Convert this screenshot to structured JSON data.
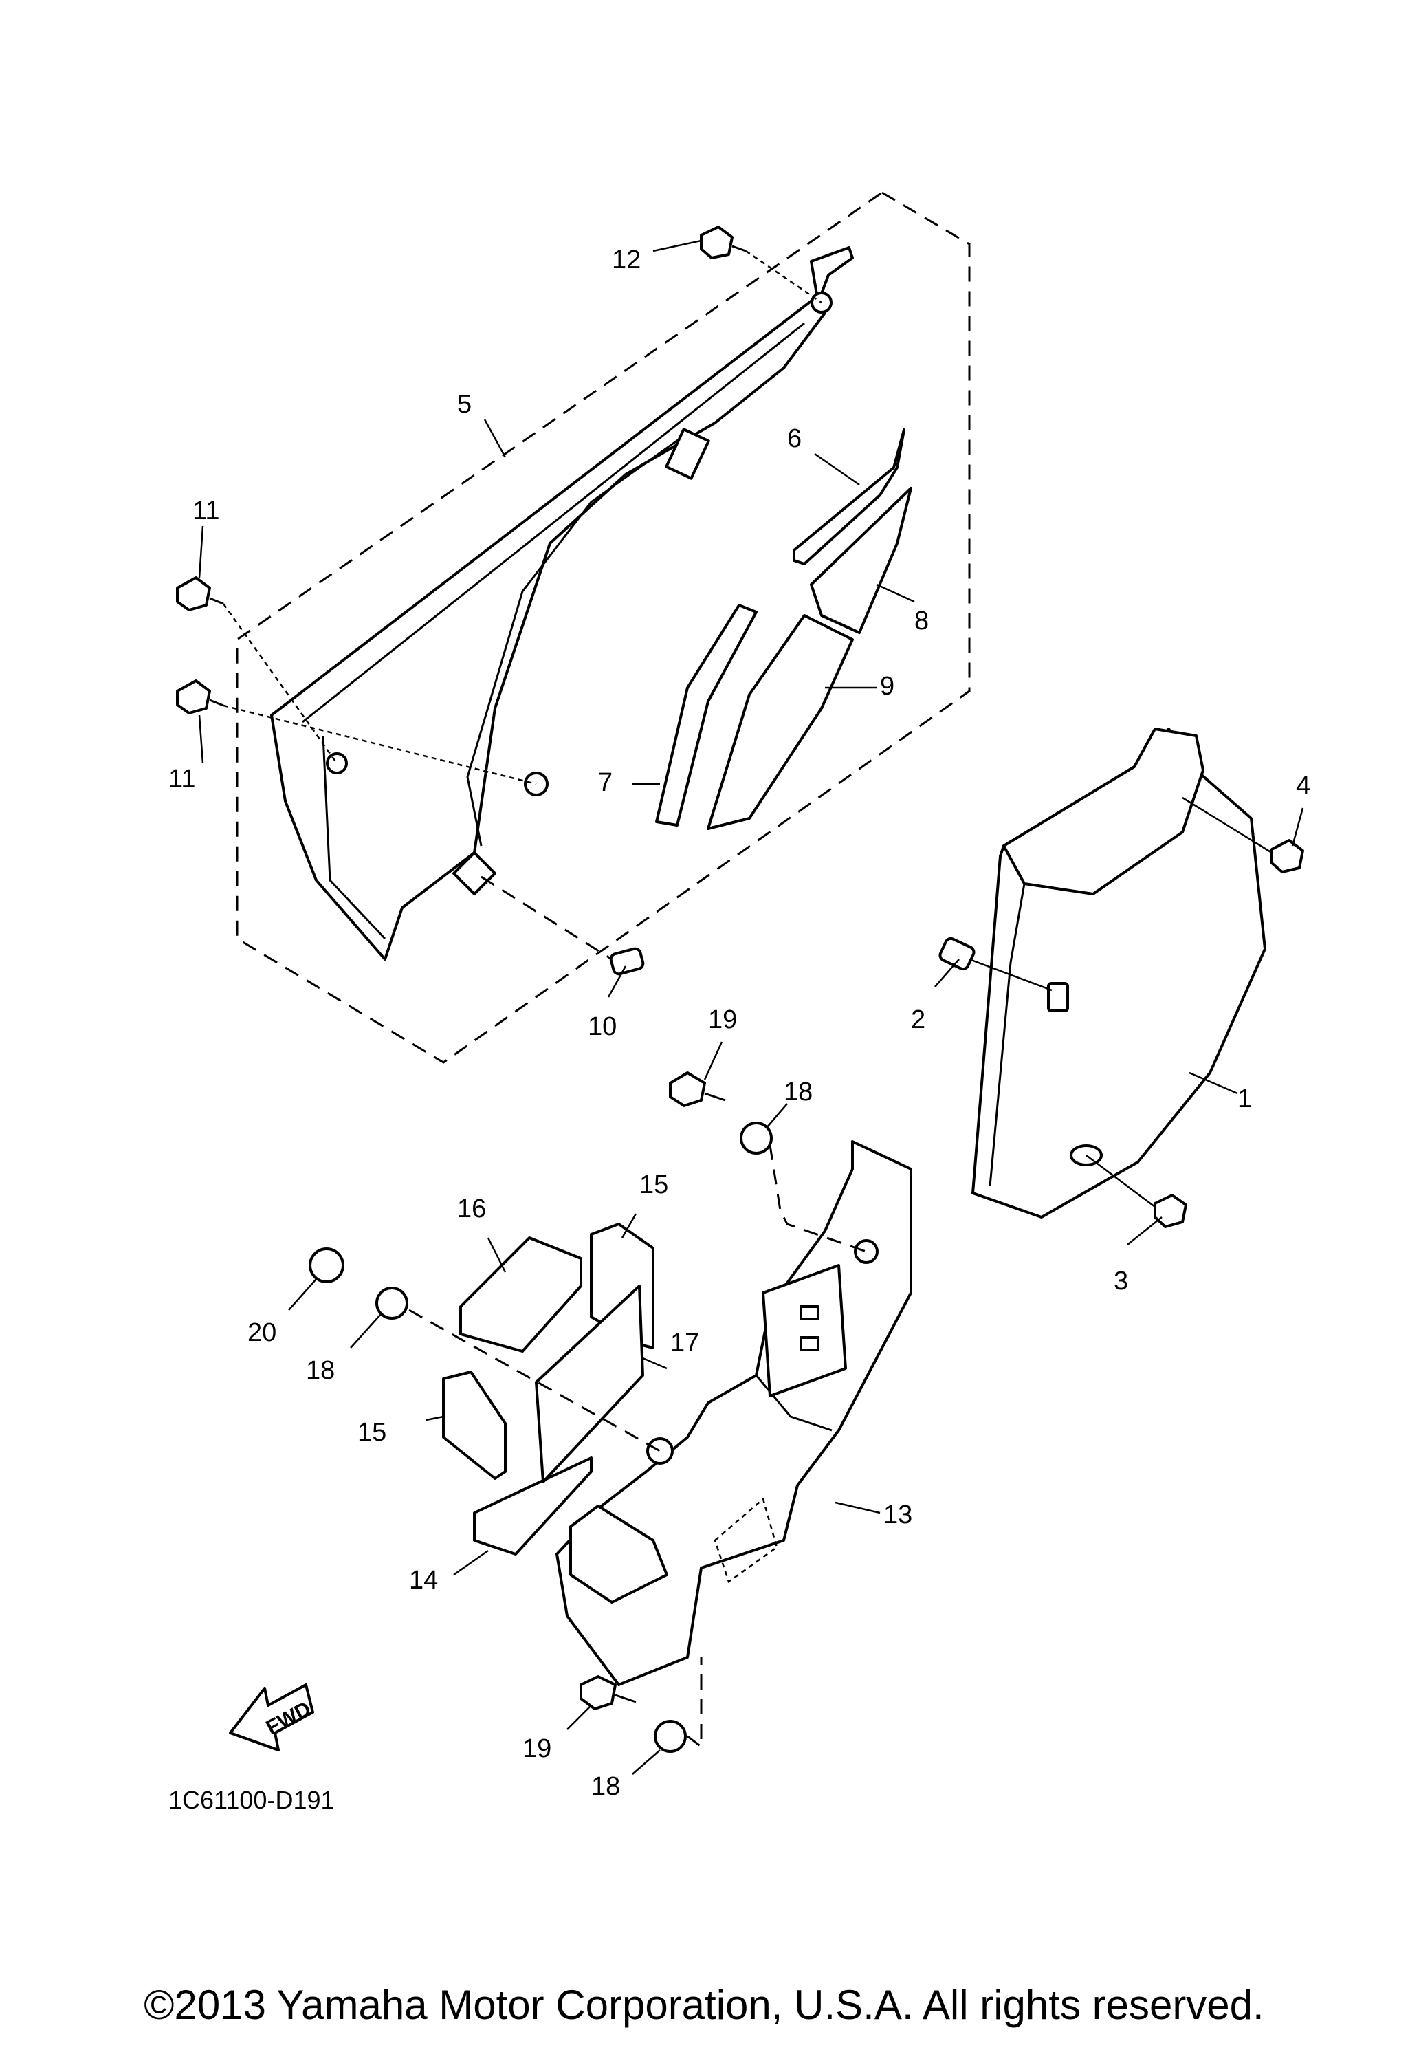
{
  "diagram": {
    "code": "1C61100-D191",
    "fwd_label": "FWD",
    "copyright": "©2013 Yamaha Motor Corporation, U.S.A. All rights reserved."
  },
  "callouts": [
    {
      "n": "1"
    },
    {
      "n": "2"
    },
    {
      "n": "3"
    },
    {
      "n": "4"
    },
    {
      "n": "5"
    },
    {
      "n": "6"
    },
    {
      "n": "7"
    },
    {
      "n": "8"
    },
    {
      "n": "9"
    },
    {
      "n": "10"
    },
    {
      "n": "11"
    },
    {
      "n": "11"
    },
    {
      "n": "12"
    },
    {
      "n": "13"
    },
    {
      "n": "14"
    },
    {
      "n": "15"
    },
    {
      "n": "15"
    },
    {
      "n": "16"
    },
    {
      "n": "17"
    },
    {
      "n": "18"
    },
    {
      "n": "18"
    },
    {
      "n": "18"
    },
    {
      "n": "19"
    },
    {
      "n": "19"
    },
    {
      "n": "20"
    }
  ]
}
